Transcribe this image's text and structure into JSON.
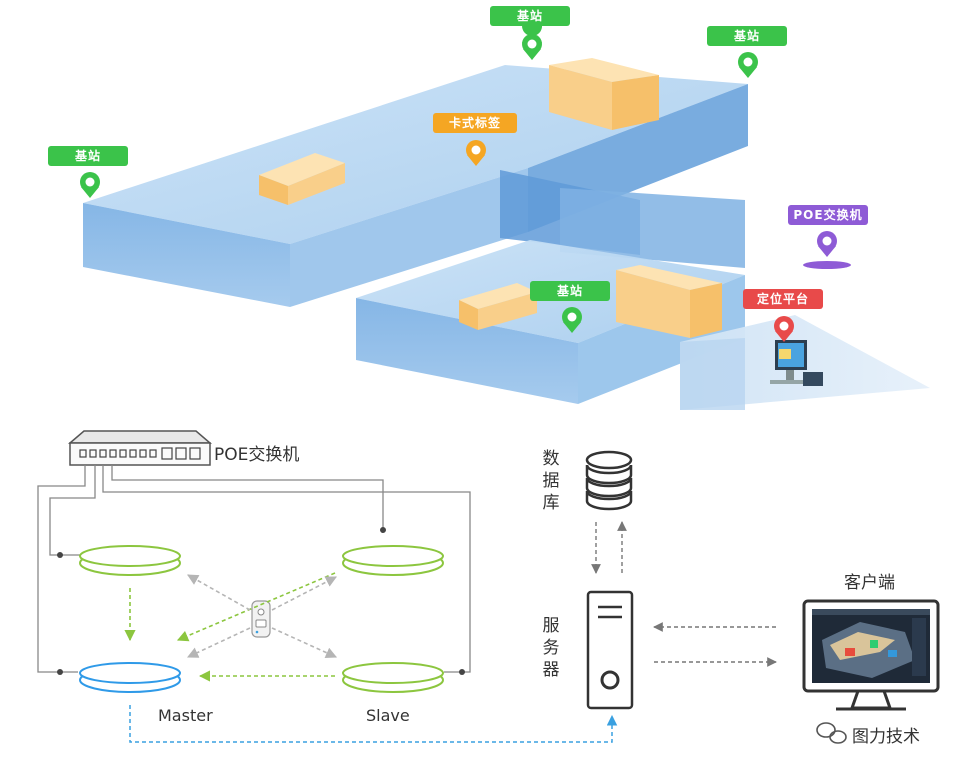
{
  "floor_tags": {
    "base_station_top": "基站",
    "base_station_right": "基站",
    "base_station_left": "基站",
    "base_station_bottom": "基站",
    "card_tag": "卡式标签",
    "poe_switch": "POE交换机",
    "positioning_platform": "定位平台"
  },
  "network": {
    "poe_switch_label": "POE交换机",
    "master_label": "Master",
    "slave_label": "Slave",
    "database_label": "数据库",
    "server_label": "服务器",
    "client_label": "客户端"
  },
  "watermark": "图力技术",
  "colors": {
    "green": "#3bc34a",
    "orange": "#f5a623",
    "purple": "#8e5bd6",
    "red": "#e84a4a",
    "blue_floor": "#7fb6e6",
    "box": "#f9cf8a",
    "master_blue": "#2f9ae8",
    "slave_green": "#8cc63f"
  }
}
